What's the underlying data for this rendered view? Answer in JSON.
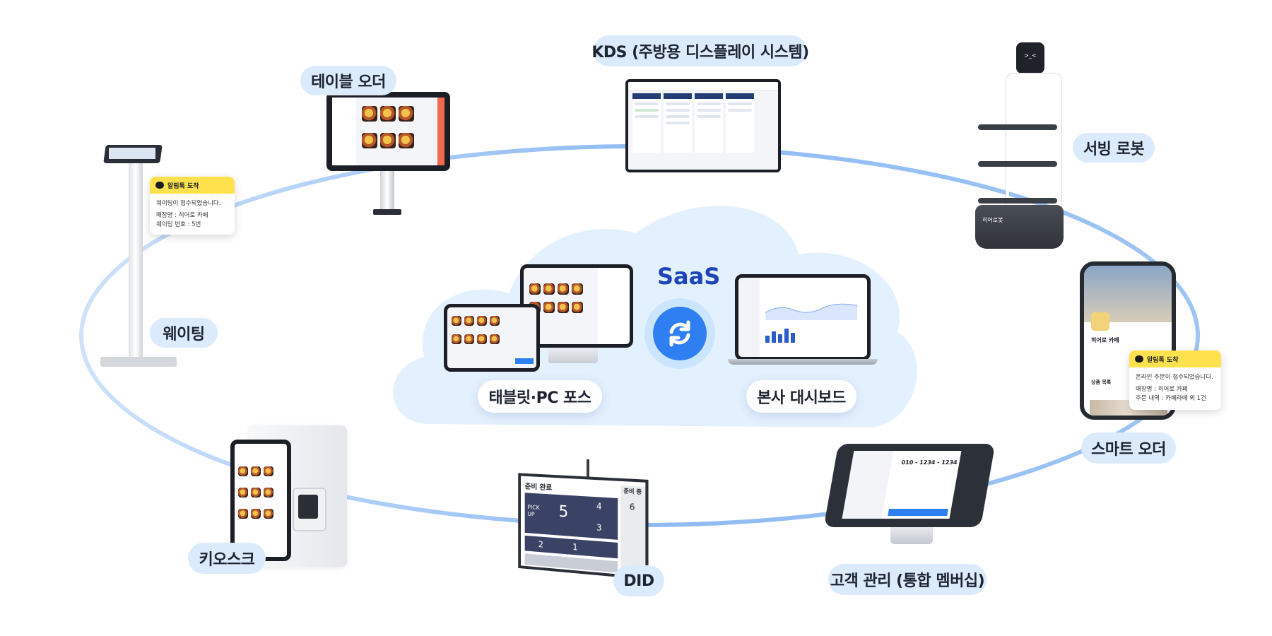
{
  "center": {
    "saas_label": "SaaS"
  },
  "labels": {
    "kds": "KDS (주방용 디스플레이 시스템)",
    "table_order": "테이블 오더",
    "serving_robot": "서빙 로봇",
    "waiting": "웨이팅",
    "tablet_pos": "태블릿·PC 포스",
    "hq_dashboard": "본사 대시보드",
    "smart_order": "스마트 오더",
    "kiosk": "키오스크",
    "did": "DID",
    "crm": "고객 관리 (통합 멤버십)"
  },
  "waiting_notification": {
    "title": "알림톡 도착",
    "line1": "웨이팅이 접수되었습니다.",
    "line2": "매장명 : 히어로 카페",
    "line3": "웨이팅 번호 : 5번"
  },
  "smart_order_notification": {
    "title": "알림톡 도착",
    "line1": "온라인 주문이 접수되었습니다.",
    "line2": "매장명 : 히어로 카페",
    "line3": "주문 내역 : 카페라떼 외 1건"
  },
  "smart_order_app": {
    "store_name": "히어로 카페",
    "section": "상품 목록"
  },
  "did_board": {
    "header": "준비 완료",
    "pick_up": "PICK UP",
    "main_number": "5",
    "numbers": [
      "4",
      "3",
      "2",
      "1"
    ],
    "side_header": "준비 중",
    "side_number": "6"
  },
  "crm_screen": {
    "phone": "010 - 1234 - 1234"
  },
  "robot_brand": "히어로봇",
  "colors": {
    "ring": "#8fbbf3",
    "cloud": "#e3f0fd",
    "saas": "#1d44b8",
    "pill": "#dcebfb",
    "notif_header": "#ffe14d",
    "sync_button": "#2f7ff3"
  }
}
